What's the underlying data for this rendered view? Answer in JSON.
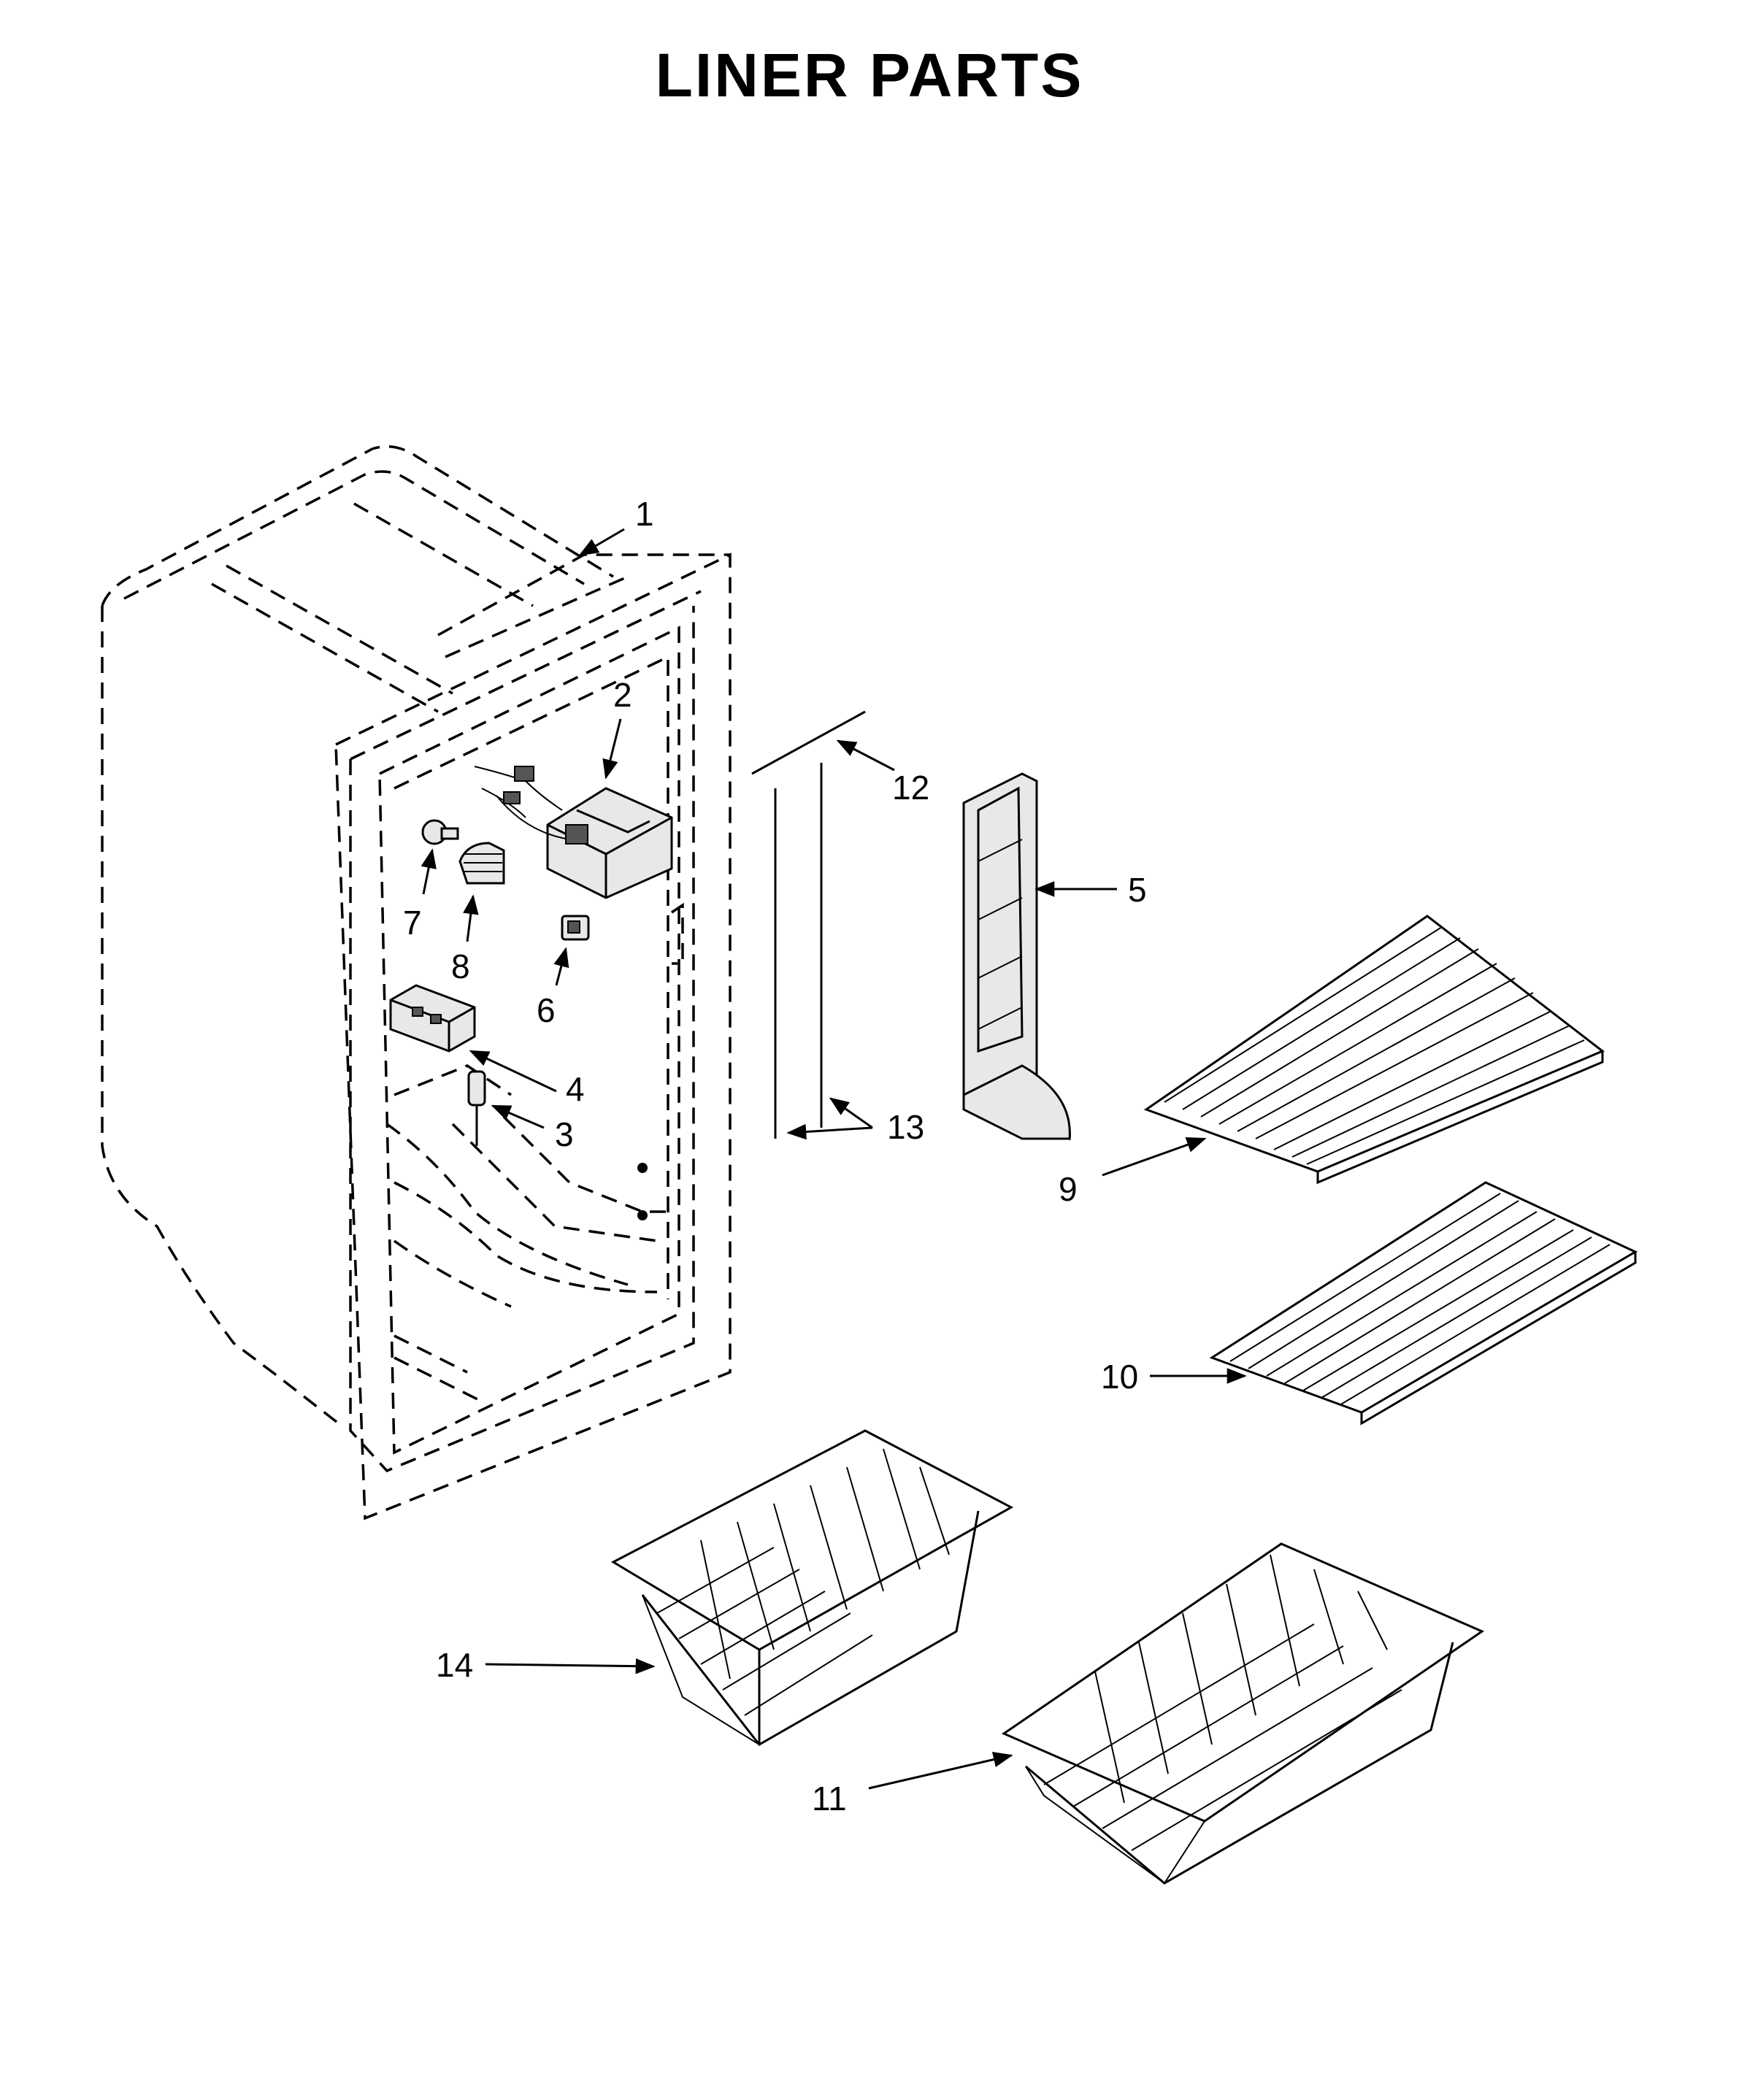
{
  "title": "LINER PARTS",
  "callouts": [
    {
      "id": "1",
      "label": "1"
    },
    {
      "id": "2",
      "label": "2"
    },
    {
      "id": "3",
      "label": "3"
    },
    {
      "id": "4",
      "label": "4"
    },
    {
      "id": "5",
      "label": "5"
    },
    {
      "id": "6",
      "label": "6"
    },
    {
      "id": "7",
      "label": "7"
    },
    {
      "id": "8",
      "label": "8"
    },
    {
      "id": "9",
      "label": "9"
    },
    {
      "id": "10",
      "label": "10"
    },
    {
      "id": "11",
      "label": "11"
    },
    {
      "id": "12",
      "label": "12"
    },
    {
      "id": "13",
      "label": "13"
    },
    {
      "id": "14",
      "label": "14"
    }
  ]
}
